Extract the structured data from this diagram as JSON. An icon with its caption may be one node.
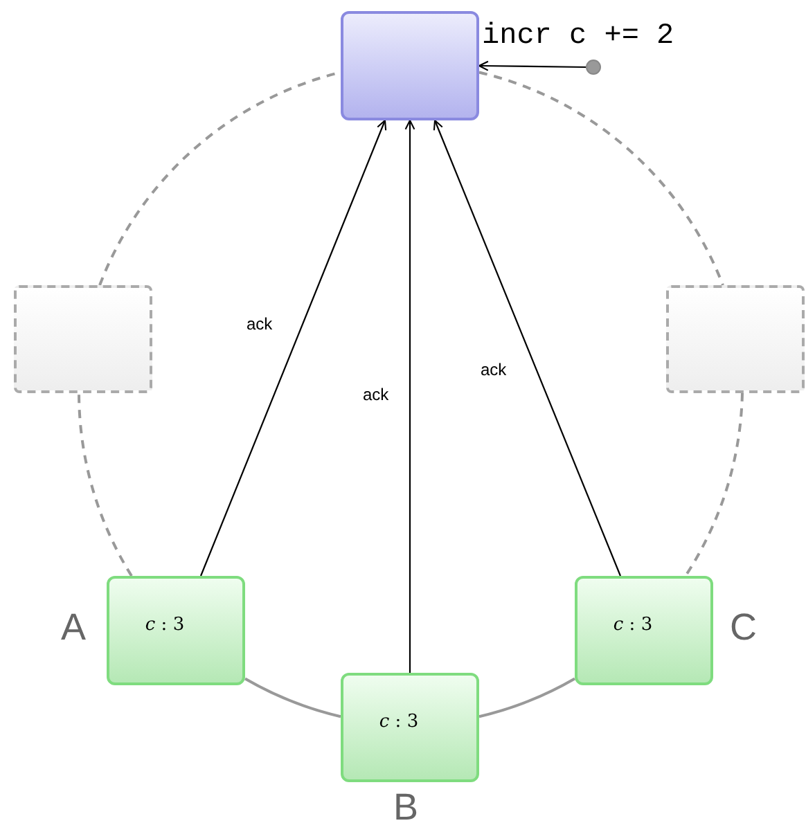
{
  "diagram": {
    "nodes": [
      {
        "text": [],
        "shape": "box"
      },
      {
        "text": [],
        "shape": "box"
      },
      {
        "text": [],
        "shape": "box"
      },
      {
        "text": [
          "*c* : 3"
        ],
        "beside": [
          "A"
        ]
      },
      {
        "text": [
          "*c* : 3"
        ],
        "beside": [
          "B"
        ]
      },
      {
        "text": [
          "*c* : 3"
        ],
        "beside": [
          "C"
        ]
      },
      {
        "text": [],
        "shape": "circle"
      }
    ],
    "edges": [
      {
        "from": 3,
        "to": 0,
        "arrow": "to",
        "label": "ack",
        "color": "#000000"
      },
      {
        "from": 4,
        "to": 0,
        "arrow": "to",
        "label": "ack",
        "color": "#000000"
      },
      {
        "from": 5,
        "to": 0,
        "arrow": "to",
        "label": "ack",
        "color": "#000000"
      },
      {
        "from": 6,
        "to": 0,
        "arrow": "to",
        "label": "incr c += 2",
        "color": "#000000"
      },
      {
        "from": 0,
        "to": 2,
        "arrow": "none",
        "style": "dashed"
      },
      {
        "from": 2,
        "to": 5,
        "arrow": "none",
        "style": "dashed"
      },
      {
        "from": 5,
        "to": 4,
        "arrow": "none"
      },
      {
        "from": 4,
        "to": 3,
        "arrow": "none"
      },
      {
        "from": 3,
        "to": 1,
        "arrow": "none",
        "style": "dashed"
      },
      {
        "from": 1,
        "to": 0,
        "arrow": "none",
        "style": "dashed"
      }
    ]
  }
}
